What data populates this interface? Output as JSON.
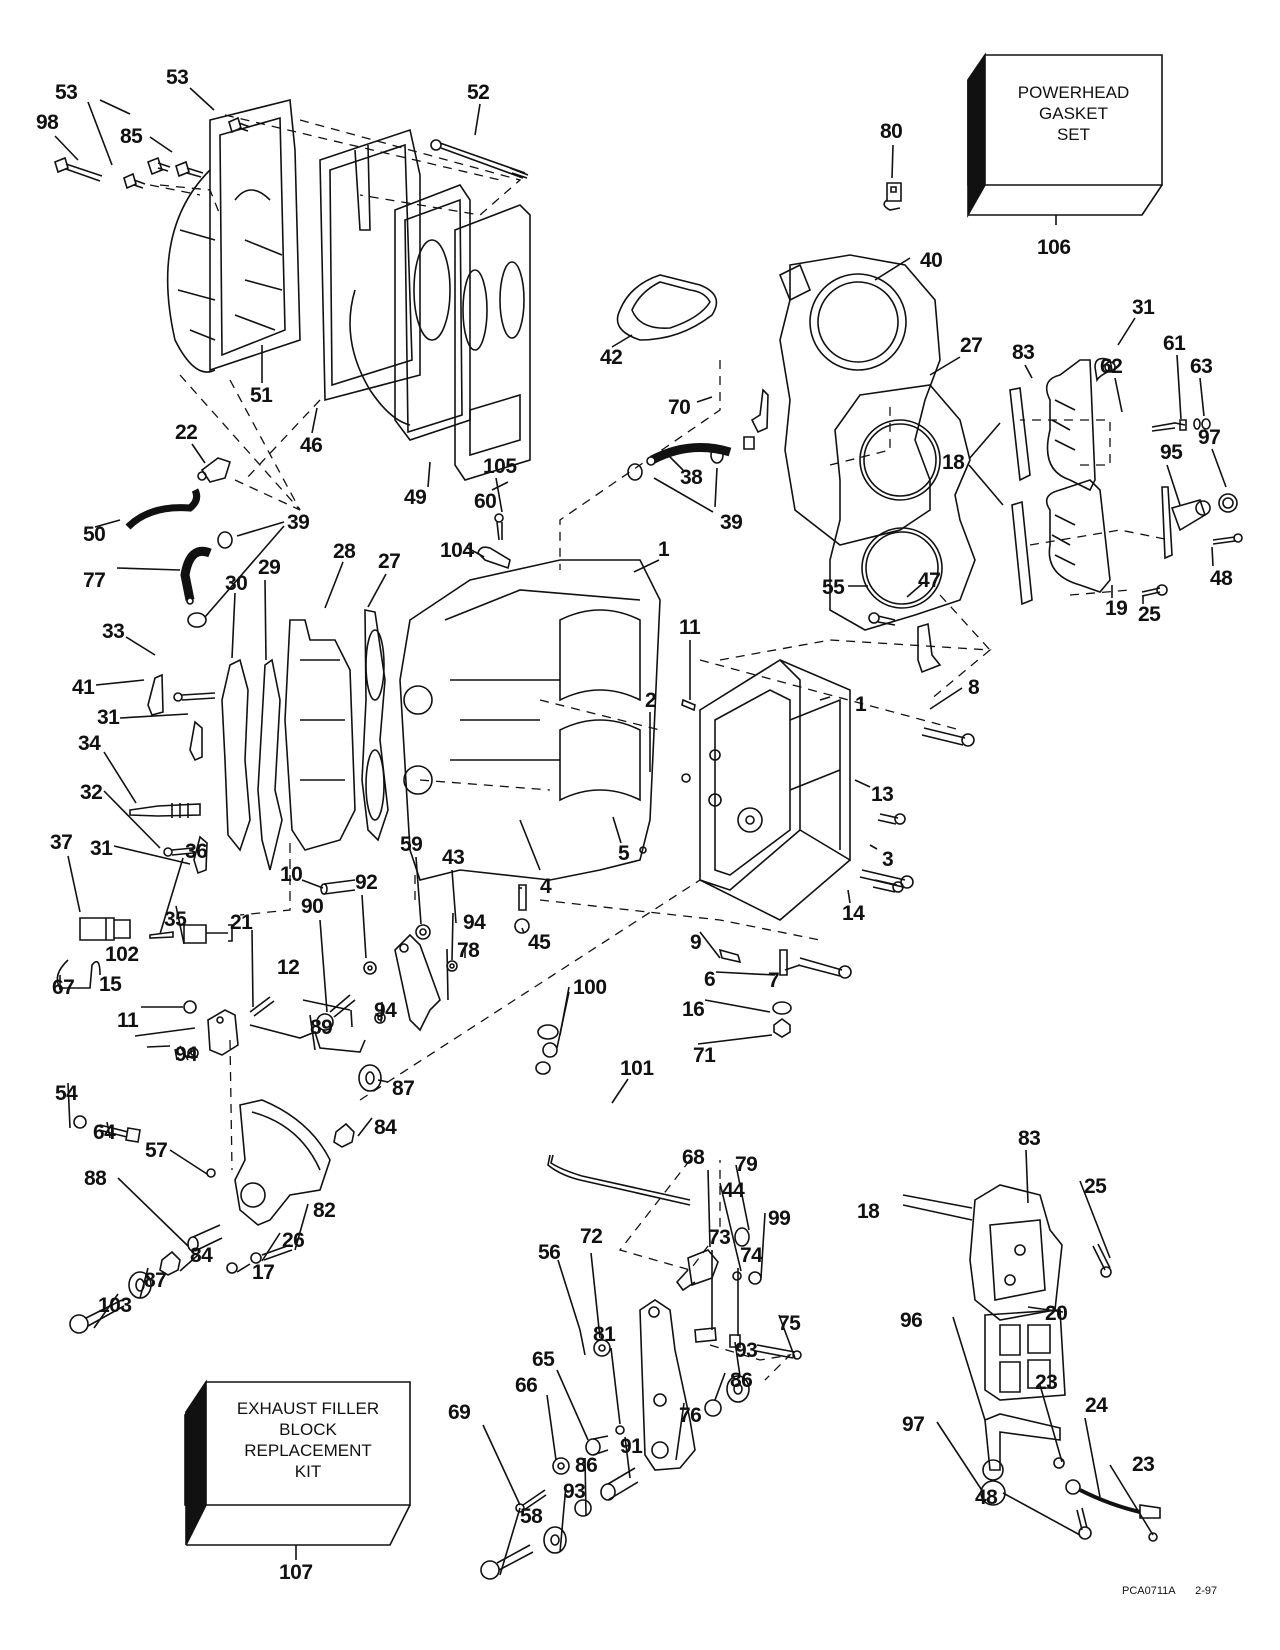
{
  "diagram": {
    "title": "Powerhead exploded parts diagram",
    "reference_code": "PCA0711A",
    "revision": "2-97",
    "kits": [
      {
        "id": "106",
        "lines": [
          "POWERHEAD",
          "GASKET",
          "SET"
        ]
      },
      {
        "id": "107",
        "lines": [
          "EXHAUST FILLER",
          "BLOCK",
          "REPLACEMENT",
          "KIT"
        ]
      }
    ],
    "callouts": [
      {
        "id": "53a",
        "label": "53"
      },
      {
        "id": "53b",
        "label": "53"
      },
      {
        "id": "98",
        "label": "98"
      },
      {
        "id": "85",
        "label": "85"
      },
      {
        "id": "52",
        "label": "52"
      },
      {
        "id": "80",
        "label": "80"
      },
      {
        "id": "106",
        "label": "106"
      },
      {
        "id": "40",
        "label": "40"
      },
      {
        "id": "31a",
        "label": "31"
      },
      {
        "id": "27a",
        "label": "27"
      },
      {
        "id": "83a",
        "label": "83"
      },
      {
        "id": "61",
        "label": "61"
      },
      {
        "id": "62",
        "label": "62"
      },
      {
        "id": "63",
        "label": "63"
      },
      {
        "id": "42",
        "label": "42"
      },
      {
        "id": "51",
        "label": "51"
      },
      {
        "id": "46",
        "label": "46"
      },
      {
        "id": "70",
        "label": "70"
      },
      {
        "id": "18a",
        "label": "18"
      },
      {
        "id": "95",
        "label": "95"
      },
      {
        "id": "97a",
        "label": "97"
      },
      {
        "id": "22",
        "label": "22"
      },
      {
        "id": "38",
        "label": "38"
      },
      {
        "id": "49",
        "label": "49"
      },
      {
        "id": "60",
        "label": "60"
      },
      {
        "id": "105",
        "label": "105"
      },
      {
        "id": "39a",
        "label": "39"
      },
      {
        "id": "39b",
        "label": "39"
      },
      {
        "id": "50",
        "label": "50"
      },
      {
        "id": "48a",
        "label": "48"
      },
      {
        "id": "19",
        "label": "19"
      },
      {
        "id": "25a",
        "label": "25"
      },
      {
        "id": "104",
        "label": "104"
      },
      {
        "id": "77",
        "label": "77"
      },
      {
        "id": "1a",
        "label": "1"
      },
      {
        "id": "30",
        "label": "30"
      },
      {
        "id": "29",
        "label": "29"
      },
      {
        "id": "28",
        "label": "28"
      },
      {
        "id": "27b",
        "label": "27"
      },
      {
        "id": "55",
        "label": "55"
      },
      {
        "id": "47",
        "label": "47"
      },
      {
        "id": "33",
        "label": "33"
      },
      {
        "id": "11a",
        "label": "11"
      },
      {
        "id": "41",
        "label": "41"
      },
      {
        "id": "8",
        "label": "8"
      },
      {
        "id": "31b",
        "label": "31"
      },
      {
        "id": "2",
        "label": "2"
      },
      {
        "id": "1b",
        "label": "1"
      },
      {
        "id": "34",
        "label": "34"
      },
      {
        "id": "13",
        "label": "13"
      },
      {
        "id": "32",
        "label": "32"
      },
      {
        "id": "31c",
        "label": "31"
      },
      {
        "id": "5",
        "label": "5"
      },
      {
        "id": "3",
        "label": "3"
      },
      {
        "id": "37",
        "label": "37"
      },
      {
        "id": "36",
        "label": "36"
      },
      {
        "id": "10",
        "label": "10"
      },
      {
        "id": "59",
        "label": "59"
      },
      {
        "id": "43",
        "label": "43"
      },
      {
        "id": "92",
        "label": "92"
      },
      {
        "id": "4",
        "label": "4"
      },
      {
        "id": "14",
        "label": "14"
      },
      {
        "id": "35",
        "label": "35"
      },
      {
        "id": "90",
        "label": "90"
      },
      {
        "id": "94a",
        "label": "94"
      },
      {
        "id": "45",
        "label": "45"
      },
      {
        "id": "67",
        "label": "67"
      },
      {
        "id": "21",
        "label": "21"
      },
      {
        "id": "9",
        "label": "9"
      },
      {
        "id": "102",
        "label": "102"
      },
      {
        "id": "78",
        "label": "78"
      },
      {
        "id": "6",
        "label": "6"
      },
      {
        "id": "7",
        "label": "7"
      },
      {
        "id": "15",
        "label": "15"
      },
      {
        "id": "12",
        "label": "12"
      },
      {
        "id": "100",
        "label": "100"
      },
      {
        "id": "16",
        "label": "16"
      },
      {
        "id": "11b",
        "label": "11"
      },
      {
        "id": "94b",
        "label": "94"
      },
      {
        "id": "89",
        "label": "89"
      },
      {
        "id": "94c",
        "label": "94"
      },
      {
        "id": "71",
        "label": "71"
      },
      {
        "id": "101",
        "label": "101"
      },
      {
        "id": "54",
        "label": "54"
      },
      {
        "id": "64",
        "label": "64"
      },
      {
        "id": "87a",
        "label": "87"
      },
      {
        "id": "84a",
        "label": "84"
      },
      {
        "id": "57",
        "label": "57"
      },
      {
        "id": "83b",
        "label": "83"
      },
      {
        "id": "68",
        "label": "68"
      },
      {
        "id": "79",
        "label": "79"
      },
      {
        "id": "25b",
        "label": "25"
      },
      {
        "id": "88",
        "label": "88"
      },
      {
        "id": "82",
        "label": "82"
      },
      {
        "id": "44",
        "label": "44"
      },
      {
        "id": "99",
        "label": "99"
      },
      {
        "id": "18b",
        "label": "18"
      },
      {
        "id": "26",
        "label": "26"
      },
      {
        "id": "84b",
        "label": "84"
      },
      {
        "id": "87b",
        "label": "87"
      },
      {
        "id": "17",
        "label": "17"
      },
      {
        "id": "56",
        "label": "56"
      },
      {
        "id": "72",
        "label": "72"
      },
      {
        "id": "73",
        "label": "73"
      },
      {
        "id": "74",
        "label": "74"
      },
      {
        "id": "103",
        "label": "103"
      },
      {
        "id": "75",
        "label": "75"
      },
      {
        "id": "20",
        "label": "20"
      },
      {
        "id": "93a",
        "label": "93"
      },
      {
        "id": "81",
        "label": "81"
      },
      {
        "id": "96",
        "label": "96"
      },
      {
        "id": "65",
        "label": "65"
      },
      {
        "id": "86a",
        "label": "86"
      },
      {
        "id": "66",
        "label": "66"
      },
      {
        "id": "23a",
        "label": "23"
      },
      {
        "id": "76",
        "label": "76"
      },
      {
        "id": "24",
        "label": "24"
      },
      {
        "id": "69",
        "label": "69"
      },
      {
        "id": "91",
        "label": "91"
      },
      {
        "id": "97b",
        "label": "97"
      },
      {
        "id": "86b",
        "label": "86"
      },
      {
        "id": "48b",
        "label": "48"
      },
      {
        "id": "23b",
        "label": "23"
      },
      {
        "id": "93b",
        "label": "93"
      },
      {
        "id": "107",
        "label": "107"
      },
      {
        "id": "58",
        "label": "58"
      }
    ]
  }
}
